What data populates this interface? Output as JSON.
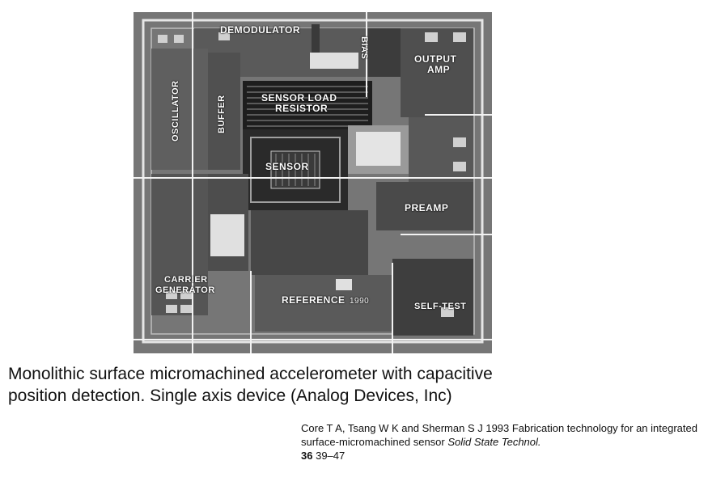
{
  "figure": {
    "block_labels": {
      "demodulator": "DEMODULATOR",
      "bias": "BIAS",
      "output_amp_line1": "OUTPUT",
      "output_amp_line2": "AMP",
      "sensor_load_line1": "SENSOR  LOAD",
      "sensor_load_line2": "RESISTOR",
      "oscillator": "OSCILLATOR",
      "buffer": "BUFFER",
      "sensor": "SENSOR",
      "preamp": "PREAMP",
      "carrier_line1": "CARRIER",
      "carrier_line2": "GENERATOR",
      "reference": "REFERENCE",
      "year_mark": "1990",
      "self_test": "SELF-TEST"
    }
  },
  "caption": {
    "line1": "Monolithic surface micromachined accelerometer with capacitive",
    "line2": "position detection.  Single axis device (Analog Devices, Inc)"
  },
  "citation": {
    "authors_title": "Core T A, Tsang W K and Sherman S J 1993 Fabrication technology for an integrated surface-micromachined sensor",
    "journal": "Solid State Technol.",
    "volume": "36",
    "pages": "39–47"
  }
}
